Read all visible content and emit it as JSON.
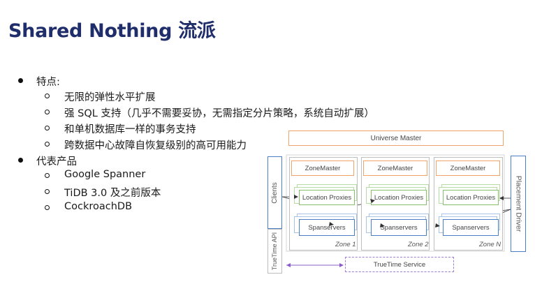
{
  "title": "Shared Nothing 流派",
  "bullets": {
    "features_label": "特点:",
    "features": [
      "无限的弹性水平扩展",
      "强 SQL 支持（几乎不需要妥协，无需指定分片策略，系统自动扩展）",
      "和单机数据库一样的事务支持",
      "跨数据中心故障自恢复级别的高可用能力"
    ],
    "products_label": "代表产品",
    "products": [
      "Google Spanner",
      " TiDB 3.0 及之前版本",
      "CockroachDB"
    ]
  },
  "diagram": {
    "universe_master": "Universe Master",
    "placement_driver": "Placement Driver",
    "clients": "Clients",
    "truetime_api": "TrueTime API",
    "truetime_service": "TrueTime Service",
    "zones": [
      {
        "zonemaster": "ZoneMaster",
        "proxies": "Location Proxies",
        "spanservers": "Spanservers",
        "label": "Zone 1"
      },
      {
        "zonemaster": "ZoneMaster",
        "proxies": "Location Proxies",
        "spanservers": "Spanservers",
        "label": "Zone 2"
      },
      {
        "zonemaster": "ZoneMaster",
        "proxies": "Location Proxies",
        "spanservers": "Spanservers",
        "label": "Zone N"
      }
    ],
    "colors": {
      "orange": "#f0a36a",
      "green": "#86c06a",
      "blue": "#4a7fc8",
      "purple": "#8a5cc8"
    }
  }
}
